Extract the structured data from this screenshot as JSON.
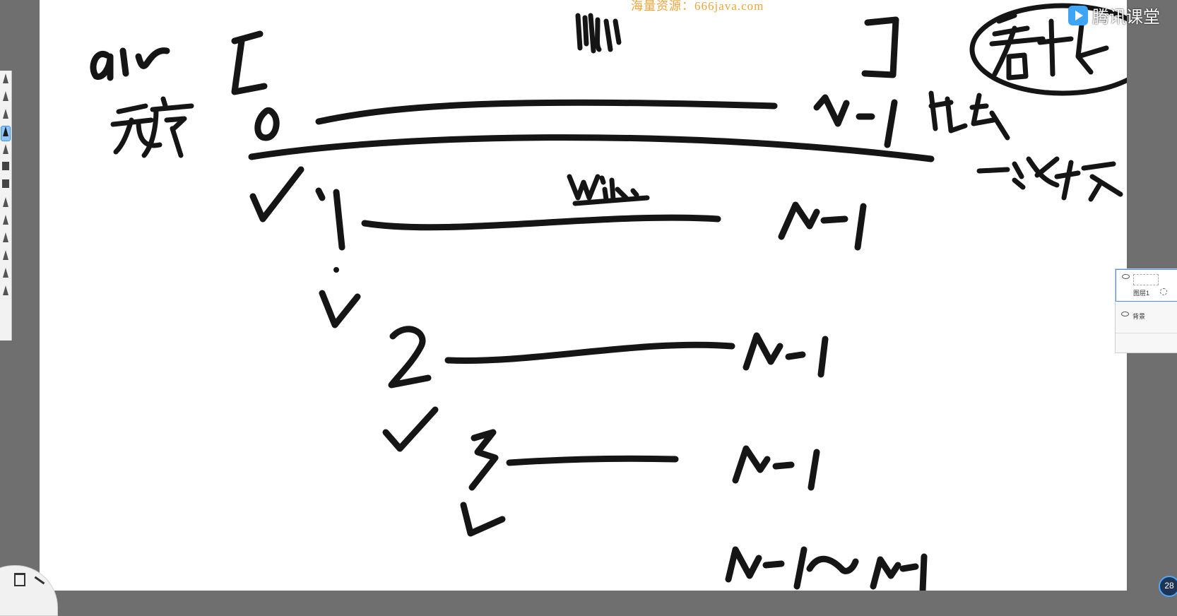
{
  "watermark": "海量资源：666java.com",
  "brand": {
    "name": "腾讯课堂",
    "icon": "play-icon"
  },
  "toolbar": {
    "tools": [
      {
        "icon": "zoom-icon"
      },
      {
        "icon": "brush-icon"
      },
      {
        "icon": "pen-icon"
      },
      {
        "icon": "pencil-icon",
        "active": true
      },
      {
        "icon": "marker-icon"
      },
      {
        "icon": "block-icon"
      },
      {
        "icon": "block-icon"
      },
      {
        "icon": "brush-icon"
      },
      {
        "icon": "brush-icon"
      },
      {
        "icon": "airbrush-icon"
      },
      {
        "icon": "eraser-icon"
      },
      {
        "icon": "pen-icon"
      },
      {
        "icon": "ruler-icon"
      }
    ]
  },
  "layers_panel": {
    "layers": [
      {
        "label": "图层1",
        "active": true
      },
      {
        "label": "背景",
        "active": false
      }
    ]
  },
  "badge": {
    "text": "28"
  },
  "colors": {
    "canvas": "#ffffff",
    "frame": "#6f6f6f",
    "ink": "#151515",
    "watermark": "#f0a43a",
    "accent": "#3ea5f4"
  }
}
